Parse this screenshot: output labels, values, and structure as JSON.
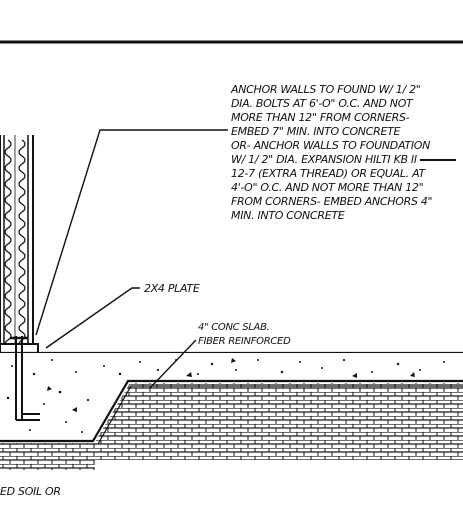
{
  "notes": {
    "anchor_lines": [
      "ANCHOR WALLS TO FOUND W/ 1/ 2\"",
      "DIA. BOLTS AT 6'-O\" O.C. AND NOT",
      "MORE THAN 12\" FROM CORNERS-",
      "EMBED 7\" MIN. INTO CONCRETE",
      "OR- ANCHOR WALLS TO FOUNDATION",
      "W/ 1/ 2\" DIA. EXPANSION HILTI KB II",
      "12-7 (EXTRA THREAD) OR EQUAL. AT",
      "4'-O\" O.C. AND NOT MORE THAN 12\"",
      "FROM CORNERS- EMBED ANCHORS 4\"",
      "MIN. INTO CONCRETE"
    ],
    "plate": "2X4 PLATE",
    "slab_lines": [
      "4\" CONC SLAB.",
      "FIBER REINFORCED"
    ],
    "soil": "ED SOIL OR"
  }
}
